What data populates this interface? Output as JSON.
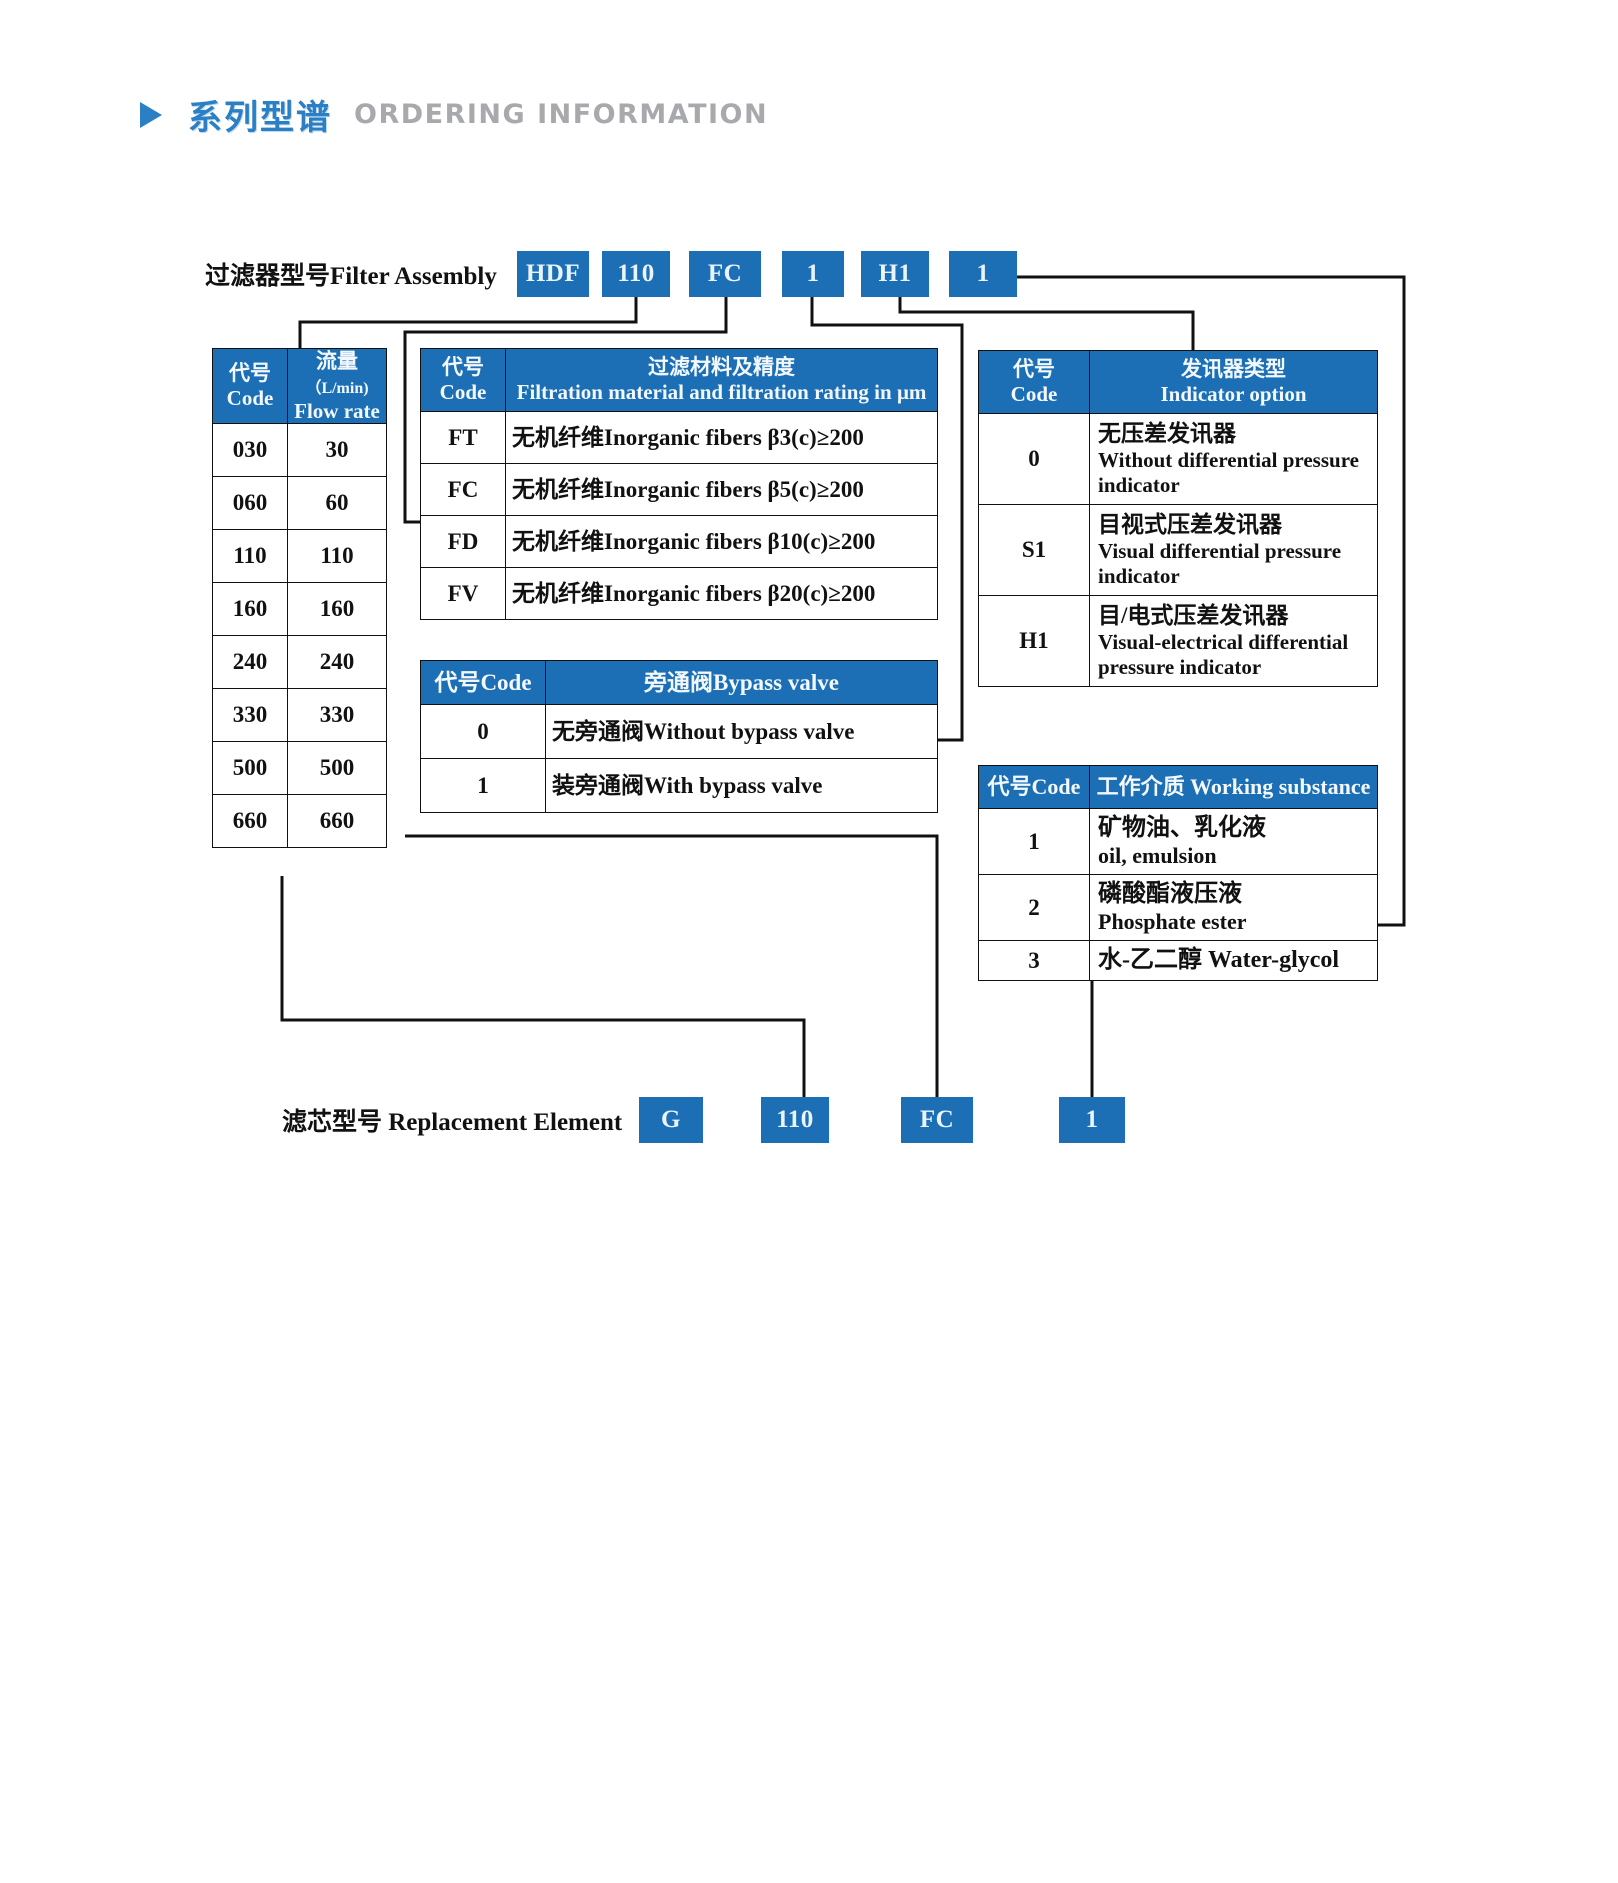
{
  "header": {
    "triangle_icon": "play-triangle-icon",
    "title_cn": "系列型谱",
    "title_en": "ORDERING INFORMATION",
    "accent_color": "#2b7fc4",
    "muted_color": "#a7a9ac"
  },
  "filter_assembly": {
    "label": "过滤器型号Filter Assembly",
    "codes": [
      "HDF",
      "110",
      "FC",
      "1",
      "H1",
      "1"
    ]
  },
  "replacement_element": {
    "label": "滤芯型号 Replacement Element",
    "codes": [
      "G",
      "110",
      "FC",
      "1"
    ]
  },
  "flow_table": {
    "headers": {
      "code_cn": "代号",
      "code_en": "Code",
      "flow_cn": "流量",
      "flow_unit": "（L/min)",
      "flow_en": "Flow rate"
    },
    "rows": [
      {
        "code": "030",
        "flow": "30"
      },
      {
        "code": "060",
        "flow": "60"
      },
      {
        "code": "110",
        "flow": "110"
      },
      {
        "code": "160",
        "flow": "160"
      },
      {
        "code": "240",
        "flow": "240"
      },
      {
        "code": "330",
        "flow": "330"
      },
      {
        "code": "500",
        "flow": "500"
      },
      {
        "code": "660",
        "flow": "660"
      }
    ]
  },
  "filtration_table": {
    "headers": {
      "code_cn": "代号",
      "code_en": "Code",
      "desc_cn": "过滤材料及精度",
      "desc_en": "Filtration material and filtration rating in μm"
    },
    "rows": [
      {
        "code": "FT",
        "desc": "无机纤维Inorganic fibers β3(c)≥200"
      },
      {
        "code": "FC",
        "desc": "无机纤维Inorganic fibers β5(c)≥200"
      },
      {
        "code": "FD",
        "desc": "无机纤维Inorganic fibers β10(c)≥200"
      },
      {
        "code": "FV",
        "desc": "无机纤维Inorganic fibers β20(c)≥200"
      }
    ]
  },
  "bypass_table": {
    "headers": {
      "code": "代号Code",
      "desc": "旁通阀Bypass valve"
    },
    "rows": [
      {
        "code": "0",
        "desc": "无旁通阀Without bypass valve"
      },
      {
        "code": "1",
        "desc": "装旁通阀With bypass valve"
      }
    ]
  },
  "indicator_table": {
    "headers": {
      "code_cn": "代号",
      "code_en": "Code",
      "desc_cn": "发讯器类型",
      "desc_en": "Indicator option"
    },
    "rows": [
      {
        "code": "0",
        "cn": "无压差发讯器",
        "en": "Without differential pressure indicator"
      },
      {
        "code": "S1",
        "cn": "目视式压差发讯器",
        "en": "Visual differential pressure indicator"
      },
      {
        "code": "H1",
        "cn": "目/电式压差发讯器",
        "en": "Visual-electrical differential pressure indicator"
      }
    ]
  },
  "working_substance_table": {
    "headers": {
      "code": "代号Code",
      "desc": "工作介质 Working substance"
    },
    "rows": [
      {
        "code": "1",
        "cn": "矿物油、乳化液",
        "en": "oil, emulsion"
      },
      {
        "code": "2",
        "cn": "磷酸酯液压液",
        "en": " Phosphate ester"
      },
      {
        "code": "3",
        "cn": "水-乙二醇 Water-glycol",
        "en": ""
      }
    ]
  },
  "colors": {
    "chip_blue": "#1c6fb4",
    "header_blue": "#1c6fb4",
    "line_black": "#111111"
  }
}
